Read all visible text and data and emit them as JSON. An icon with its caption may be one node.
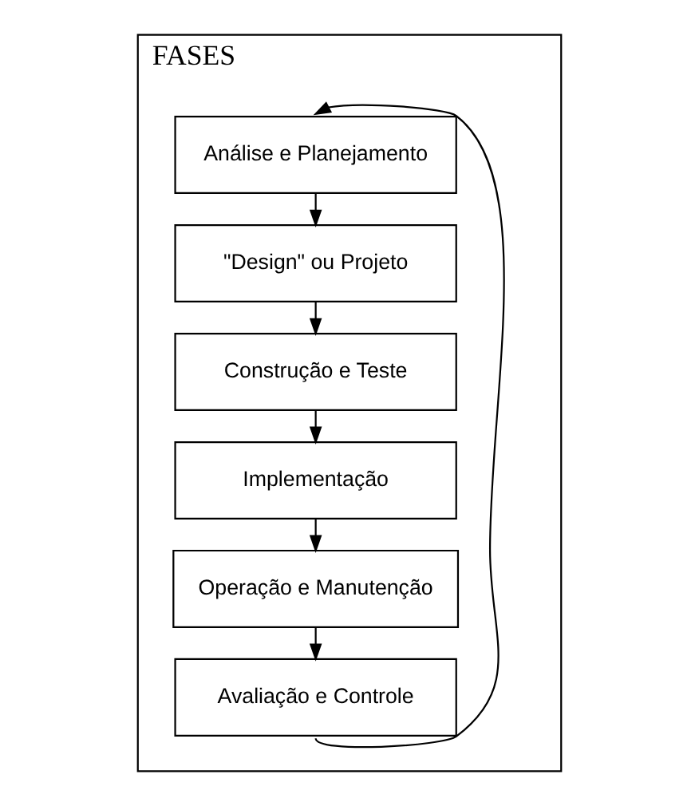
{
  "diagram": {
    "nodes": [
      {
        "text": [
          "FASES"
        ]
      },
      {
        "text": [
          "Análise e Planejamento"
        ],
        "in": 0
      },
      {
        "text": [
          "\"Design\" ou Projeto"
        ],
        "in": 0
      },
      {
        "text": [
          "Construção e Teste"
        ],
        "in": 0
      },
      {
        "text": [
          "Implementação"
        ],
        "in": 0
      },
      {
        "text": [
          "Operação e Manutenção"
        ],
        "in": 0
      },
      {
        "text": [
          "Avaliação e Controle"
        ],
        "in": 0
      }
    ],
    "edges": [
      {
        "from": 1,
        "to": 2,
        "arrow": "to"
      },
      {
        "from": 2,
        "to": 3,
        "arrow": "to"
      },
      {
        "from": 3,
        "to": 4,
        "arrow": "to"
      },
      {
        "from": 4,
        "to": 5,
        "arrow": "to"
      },
      {
        "from": 5,
        "to": 6,
        "arrow": "to"
      },
      {
        "from": 6,
        "to": 1,
        "arrow": "to"
      }
    ]
  }
}
